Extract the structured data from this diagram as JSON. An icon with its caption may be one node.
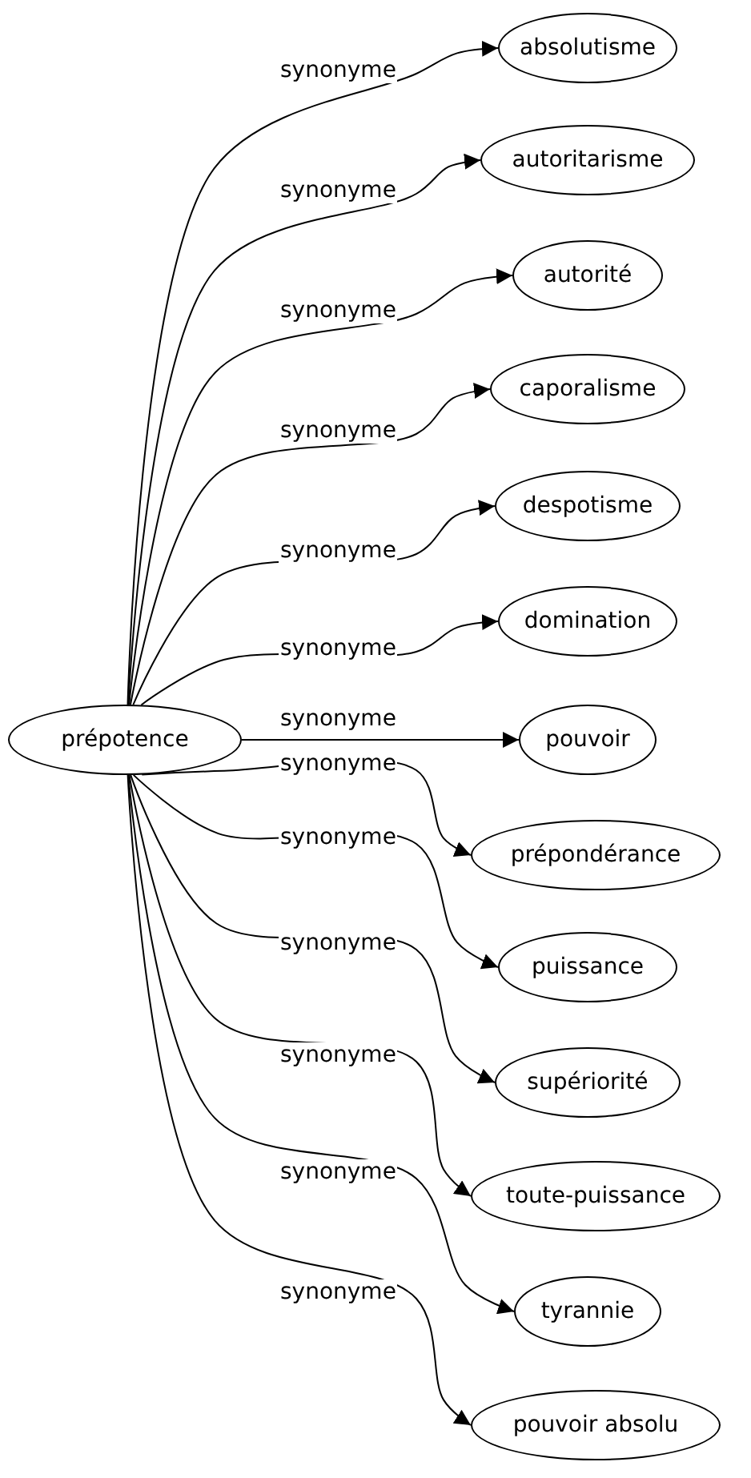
{
  "diagram": {
    "nodes": [
      {
        "text": [
          "prépotence"
        ]
      },
      {
        "text": [
          "absolutisme"
        ]
      },
      {
        "text": [
          "autoritarisme"
        ]
      },
      {
        "text": [
          "autorité"
        ]
      },
      {
        "text": [
          "caporalisme"
        ]
      },
      {
        "text": [
          "despotisme"
        ]
      },
      {
        "text": [
          "domination"
        ]
      },
      {
        "text": [
          "pouvoir"
        ]
      },
      {
        "text": [
          "prépondérance"
        ]
      },
      {
        "text": [
          "puissance"
        ]
      },
      {
        "text": [
          "supériorité"
        ]
      },
      {
        "text": [
          "toute-puissance"
        ]
      },
      {
        "text": [
          "tyrannie"
        ]
      },
      {
        "text": [
          "pouvoir absolu"
        ]
      }
    ],
    "edges": [
      {
        "from": 0,
        "to": 1,
        "arrow": "to",
        "label": "synonyme"
      },
      {
        "from": 0,
        "to": 2,
        "arrow": "to",
        "label": "synonyme"
      },
      {
        "from": 0,
        "to": 3,
        "arrow": "to",
        "label": "synonyme"
      },
      {
        "from": 0,
        "to": 4,
        "arrow": "to",
        "label": "synonyme"
      },
      {
        "from": 0,
        "to": 5,
        "arrow": "to",
        "label": "synonyme"
      },
      {
        "from": 0,
        "to": 6,
        "arrow": "to",
        "label": "synonyme"
      },
      {
        "from": 0,
        "to": 7,
        "arrow": "to",
        "label": "synonyme"
      },
      {
        "from": 0,
        "to": 8,
        "arrow": "to",
        "label": "synonyme"
      },
      {
        "from": 0,
        "to": 9,
        "arrow": "to",
        "label": "synonyme"
      },
      {
        "from": 0,
        "to": 10,
        "arrow": "to",
        "label": "synonyme"
      },
      {
        "from": 0,
        "to": 11,
        "arrow": "to",
        "label": "synonyme"
      },
      {
        "from": 0,
        "to": 12,
        "arrow": "to",
        "label": "synonyme"
      },
      {
        "from": 0,
        "to": 13,
        "arrow": "to",
        "label": "synonyme"
      }
    ]
  }
}
